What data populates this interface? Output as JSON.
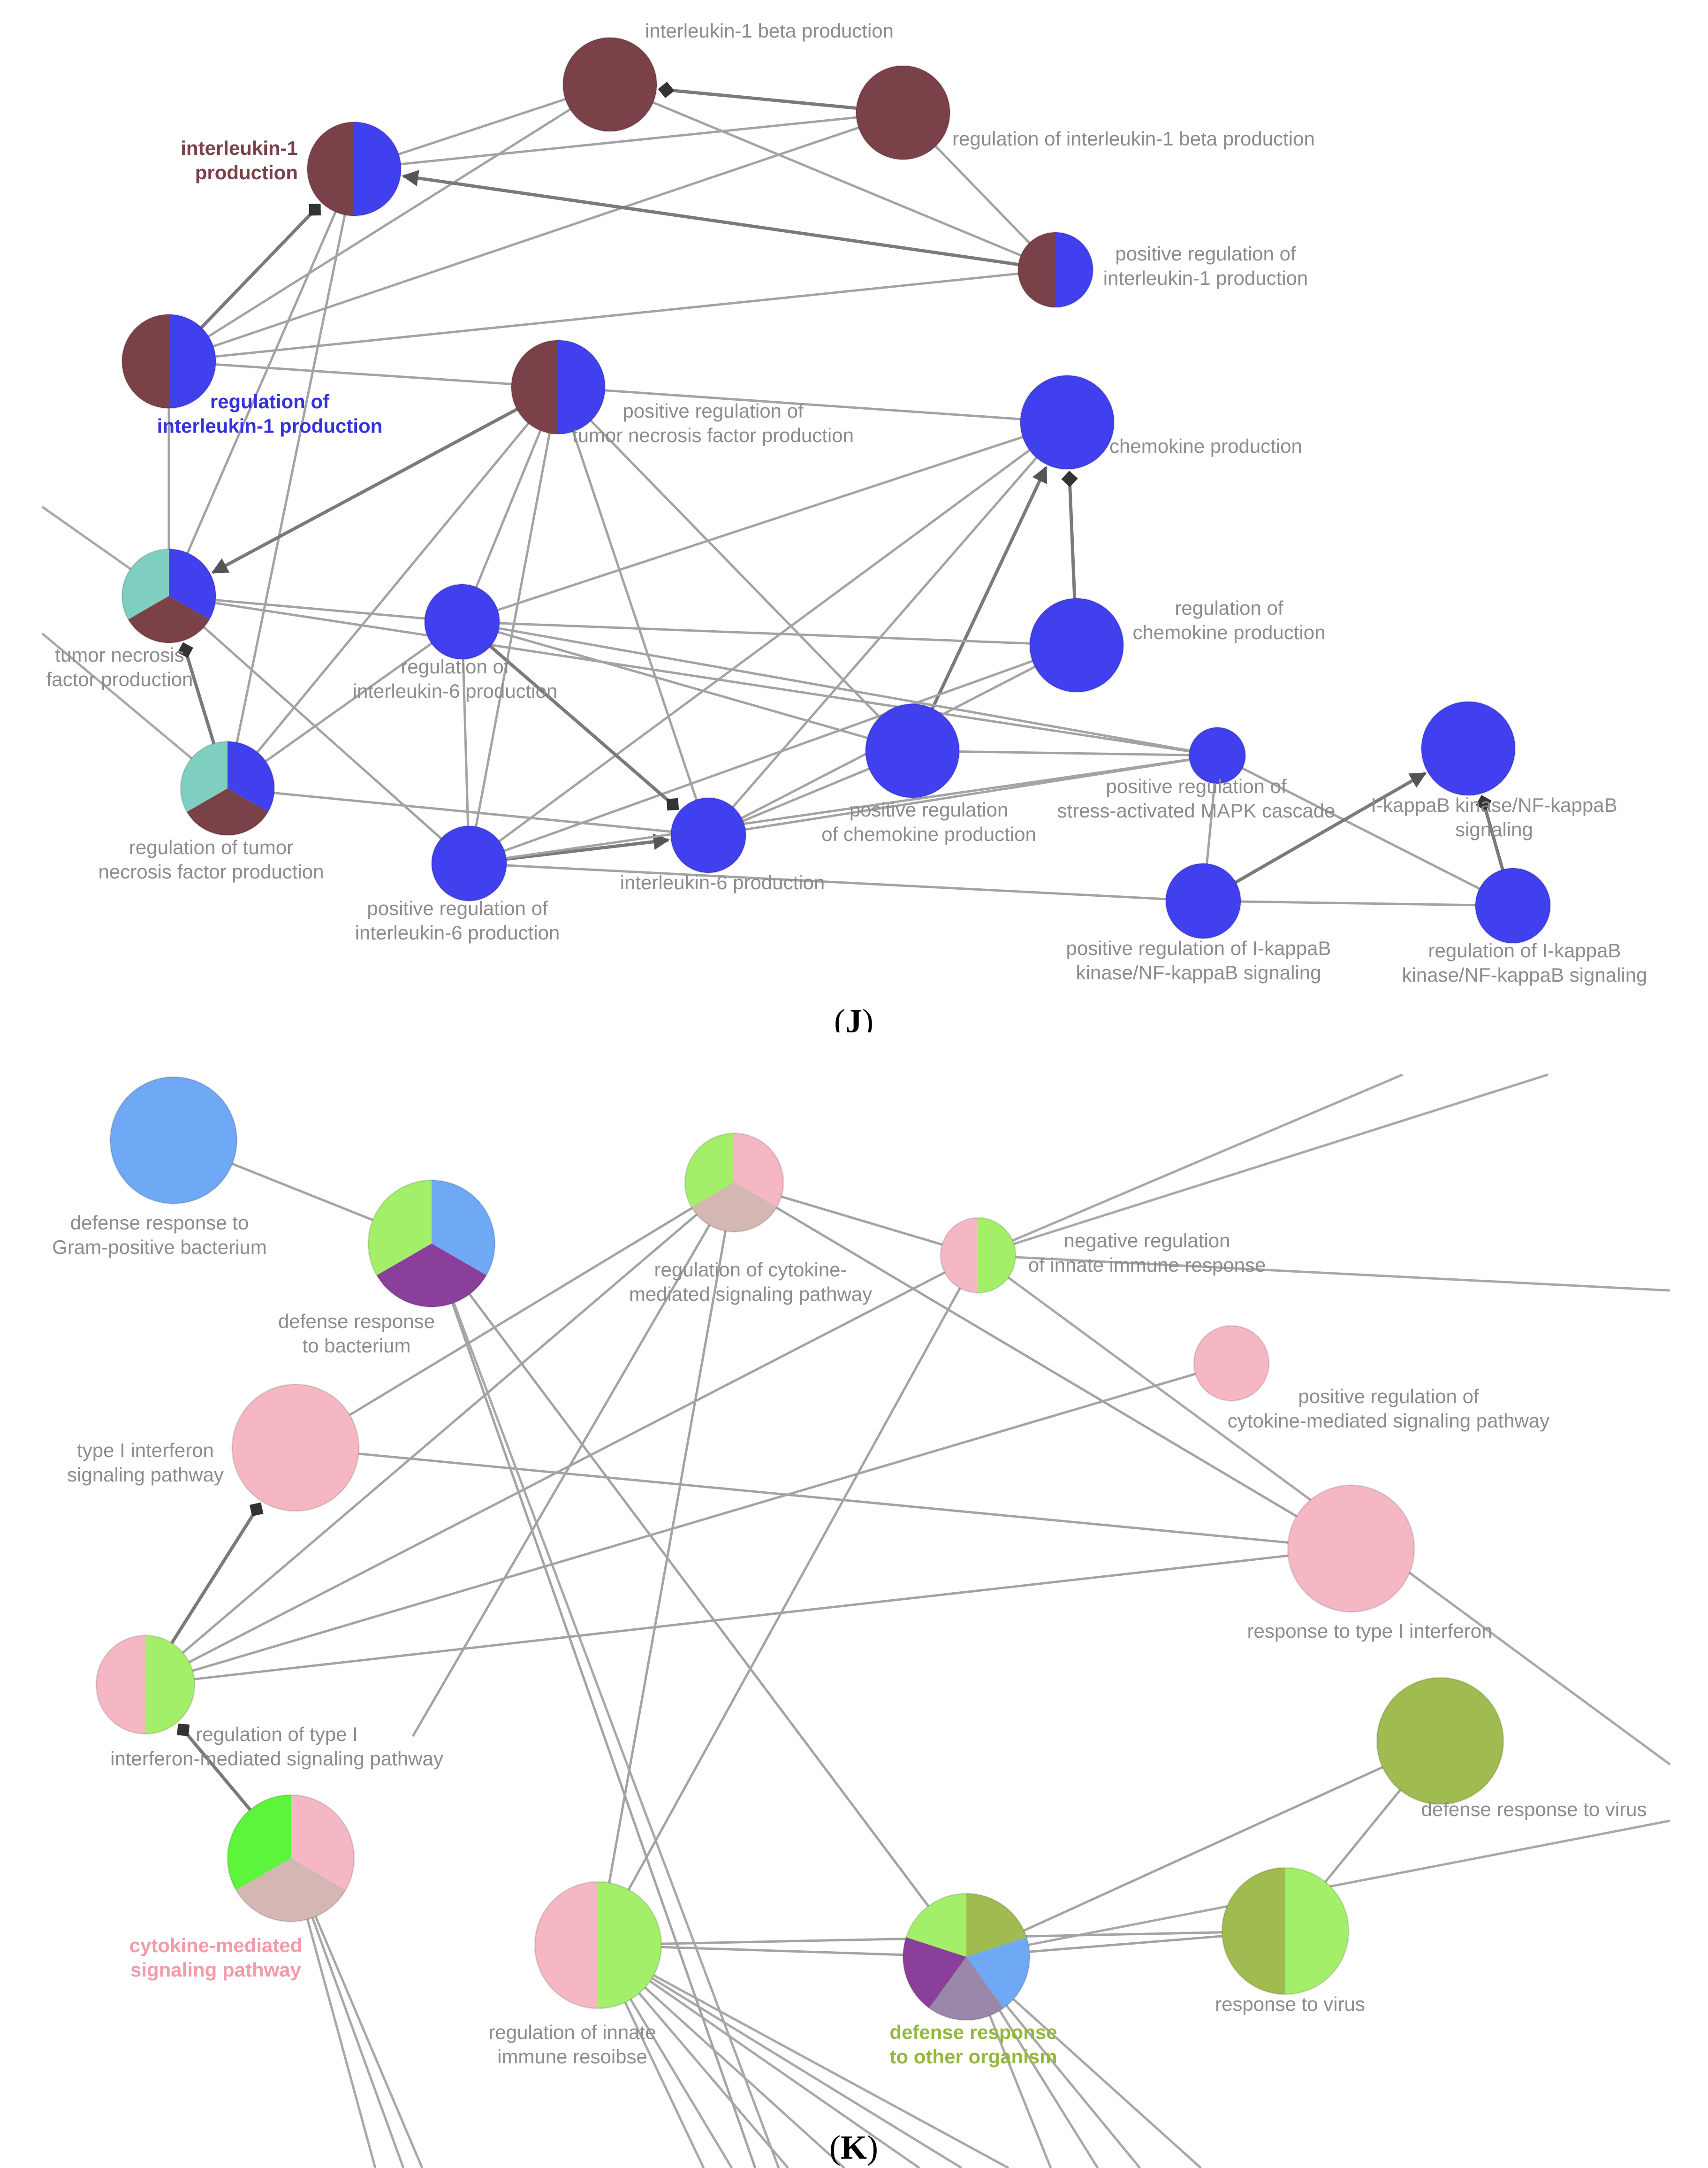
{
  "panel_j": {
    "caption": {
      "open": "(",
      "letter": "J",
      "close": ")"
    },
    "nodes": [
      {
        "id": "il1b-prod",
        "label": [
          "interleukin-1 beta production"
        ],
        "colors": [
          "#7b4149"
        ]
      },
      {
        "id": "reg-il1b-prod",
        "label": [
          "regulation of interleukin-1 beta production"
        ],
        "colors": [
          "#7b4149"
        ]
      },
      {
        "id": "il1-prod",
        "label": [
          "interleukin-1",
          "production"
        ],
        "colors": [
          "#4040ee",
          "#7b4149"
        ],
        "highlight": "#7b4149"
      },
      {
        "id": "pos-reg-il1-prod",
        "label": [
          "positive regulation of",
          "interleukin-1 production"
        ],
        "colors": [
          "#4040ee",
          "#7b4149"
        ]
      },
      {
        "id": "reg-il1-prod",
        "label": [
          "regulation of",
          "interleukin-1 production"
        ],
        "colors": [
          "#4040ee",
          "#7b4149"
        ],
        "highlight": "#3333dd"
      },
      {
        "id": "pos-reg-tnf-prod",
        "label": [
          "positive regulation of",
          "tumor necrosis factor production"
        ],
        "colors": [
          "#4040ee",
          "#7b4149"
        ]
      },
      {
        "id": "chemokine-prod",
        "label": [
          "chemokine production"
        ],
        "colors": [
          "#4040ee"
        ]
      },
      {
        "id": "tnf-prod",
        "label": [
          "tumor necrosis",
          "factor production"
        ],
        "colors": [
          "#4040ee",
          "#7b4149",
          "#7ecfbf"
        ]
      },
      {
        "id": "reg-il6-prod",
        "label": [
          "regulation of",
          "interleukin-6 production"
        ],
        "colors": [
          "#4040ee"
        ]
      },
      {
        "id": "reg-chemokine-prod",
        "label": [
          "regulation of",
          "chemokine production"
        ],
        "colors": [
          "#4040ee"
        ]
      },
      {
        "id": "reg-tnf-prod",
        "label": [
          "regulation of tumor",
          "necrosis factor production"
        ],
        "colors": [
          "#4040ee",
          "#7b4149",
          "#7ecfbf"
        ]
      },
      {
        "id": "pos-reg-chemokine-prod",
        "label": [
          "positive regulation",
          "of chemokine production"
        ],
        "colors": [
          "#4040ee"
        ]
      },
      {
        "id": "pos-reg-sapk",
        "label": [
          "positive regulation of",
          "stress-activated MAPK cascade"
        ],
        "colors": [
          "#4040ee"
        ]
      },
      {
        "id": "ikb-signaling",
        "label": [
          "I-kappaB kinase/NF-kappaB",
          "signaling"
        ],
        "colors": [
          "#4040ee"
        ]
      },
      {
        "id": "il6-prod",
        "label": [
          "interleukin-6 production"
        ],
        "colors": [
          "#4040ee"
        ]
      },
      {
        "id": "pos-reg-il6-prod",
        "label": [
          "positive regulation of",
          "interleukin-6 production"
        ],
        "colors": [
          "#4040ee"
        ]
      },
      {
        "id": "pos-reg-ikb",
        "label": [
          "positive regulation of I-kappaB",
          "kinase/NF-kappaB signaling"
        ],
        "colors": [
          "#4040ee"
        ]
      },
      {
        "id": "reg-ikb",
        "label": [
          "regulation of I-kappaB",
          "kinase/NF-kappaB signaling"
        ],
        "colors": [
          "#4040ee"
        ]
      }
    ]
  },
  "panel_k": {
    "caption": {
      "open": "(",
      "letter": "K",
      "close": ")"
    },
    "nodes": [
      {
        "id": "def-gram-pos",
        "label": [
          "defense response to",
          "Gram-positive bacterium"
        ],
        "colors": [
          "#6fa8f5"
        ]
      },
      {
        "id": "def-bacterium",
        "label": [
          "defense response",
          "to bacterium"
        ],
        "colors": [
          "#6fa8f5",
          "#8a3f9a",
          "#a3ef6a"
        ]
      },
      {
        "id": "reg-cytokine-sig",
        "label": [
          "regulation of cytokine-",
          "mediated signaling pathway"
        ],
        "colors": [
          "#f6b7c4",
          "#d4b6b2",
          "#a3ef6a"
        ]
      },
      {
        "id": "neg-reg-innate",
        "label": [
          "negative regulation",
          "of innate immune response"
        ],
        "colors": [
          "#a3ef6a",
          "#f6b7c4"
        ]
      },
      {
        "id": "pos-reg-cytokine-sig",
        "label": [
          "positive regulation of",
          "cytokine-mediated signaling pathway"
        ],
        "colors": [
          "#f6b7c4"
        ]
      },
      {
        "id": "type1-ifn-sig",
        "label": [
          "type I interferon",
          "signaling pathway"
        ],
        "colors": [
          "#f6b7c4"
        ]
      },
      {
        "id": "resp-type1-ifn",
        "label": [
          "response to type I interferon"
        ],
        "colors": [
          "#f6b7c4"
        ]
      },
      {
        "id": "reg-type1-ifn-sig",
        "label": [
          "regulation of type I",
          "interferon-mediated signaling pathway"
        ],
        "colors": [
          "#a3ef6a",
          "#f6b7c4"
        ]
      },
      {
        "id": "def-virus",
        "label": [
          "defense response to virus"
        ],
        "colors": [
          "#a0bc50"
        ]
      },
      {
        "id": "cytokine-sig",
        "label": [
          "cytokine-mediated",
          "signaling pathway"
        ],
        "colors": [
          "#f6b7c4",
          "#d4b6b2",
          "#5cf53c"
        ],
        "highlight": "#f49aaa"
      },
      {
        "id": "reg-innate",
        "label": [
          "regulation of innate",
          "immune resoibse"
        ],
        "colors": [
          "#a3ef6a",
          "#f6b7c4"
        ]
      },
      {
        "id": "def-other-org",
        "label": [
          "defense response",
          "to other organism"
        ],
        "colors": [
          "#a0bc50",
          "#6fa8f5",
          "#9a88aa",
          "#8a3f9a",
          "#a3ef6a"
        ],
        "highlight": "#94b83c"
      },
      {
        "id": "resp-virus",
        "label": [
          "response to virus"
        ],
        "colors": [
          "#a3ef6a",
          "#a0bc50"
        ]
      }
    ]
  }
}
